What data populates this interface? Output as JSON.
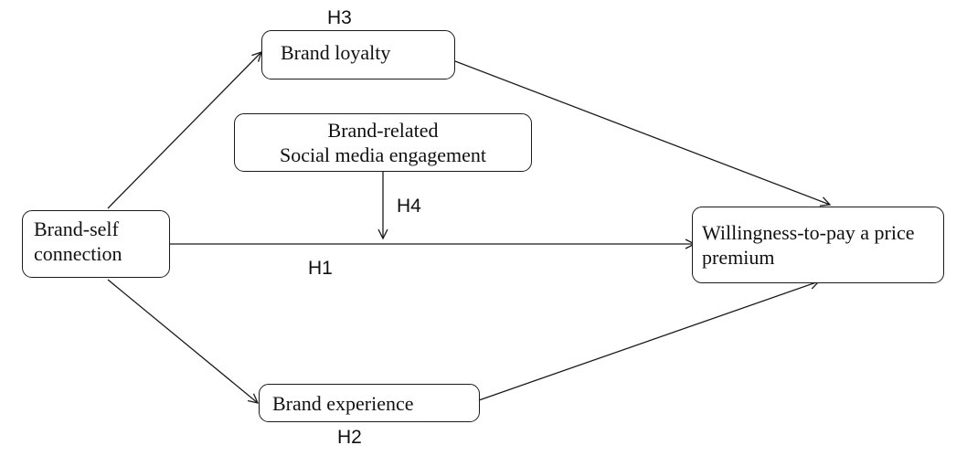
{
  "nodes": {
    "brand_self_connection": {
      "line1": "Brand-self",
      "line2": "connection"
    },
    "brand_loyalty": {
      "label": "Brand loyalty"
    },
    "social_media_engagement": {
      "line1": "Brand-related",
      "line2": "Social media engagement"
    },
    "willingness_to_pay": {
      "line1": "Willingness-to-pay a price",
      "line2": "premium"
    },
    "brand_experience": {
      "label": "Brand experience"
    }
  },
  "hypotheses": {
    "h1": "H1",
    "h2": "H2",
    "h3": "H3",
    "h4": "H4"
  },
  "colors": {
    "line": "#1a1a1a",
    "text": "#111111",
    "background": "#ffffff"
  }
}
